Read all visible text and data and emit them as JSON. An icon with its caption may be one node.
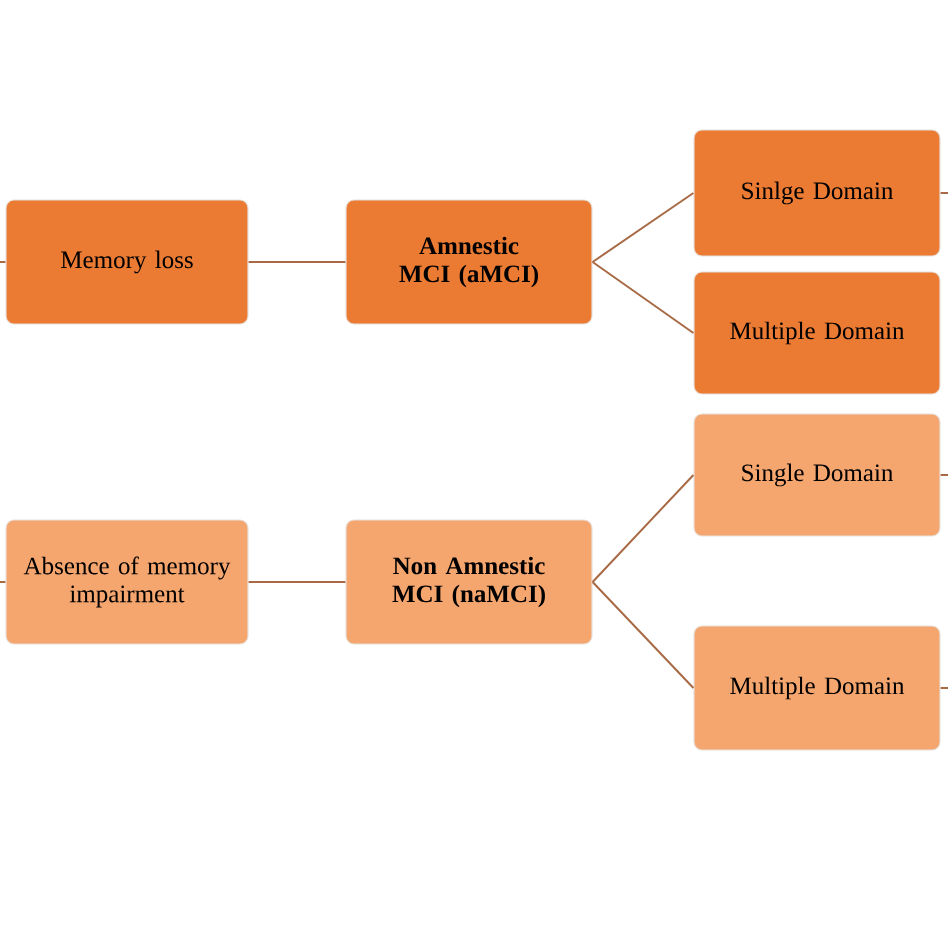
{
  "diagram": {
    "nodes": [
      {
        "text": [
          "Memory loss"
        ]
      },
      {
        "text": [
          "Amnestic MCI (aMCI)"
        ]
      },
      {
        "text": [
          "Sinlge Domain"
        ]
      },
      {
        "text": [
          "Multiple Domain"
        ]
      },
      {
        "text": [
          "Absence of memory impairment"
        ]
      },
      {
        "text": [
          "Non Amnestic MCI (naMCI)"
        ]
      },
      {
        "text": [
          "Single Domain"
        ]
      },
      {
        "text": [
          "Multiple Domain"
        ]
      }
    ],
    "edges": [
      {
        "from": null,
        "to": 0,
        "arrow": "none"
      },
      {
        "from": 0,
        "to": 1,
        "arrow": "none"
      },
      {
        "from": 1,
        "to": 2,
        "arrow": "none"
      },
      {
        "from": 1,
        "to": 3,
        "arrow": "none"
      },
      {
        "from": 2,
        "to": null,
        "arrow": "none"
      },
      {
        "from": null,
        "to": 4,
        "arrow": "none"
      },
      {
        "from": 4,
        "to": 5,
        "arrow": "none"
      },
      {
        "from": 5,
        "to": 6,
        "arrow": "none"
      },
      {
        "from": 5,
        "to": 7,
        "arrow": "none"
      },
      {
        "from": 6,
        "to": null,
        "arrow": "none"
      },
      {
        "from": 7,
        "to": null,
        "arrow": "none"
      }
    ]
  }
}
